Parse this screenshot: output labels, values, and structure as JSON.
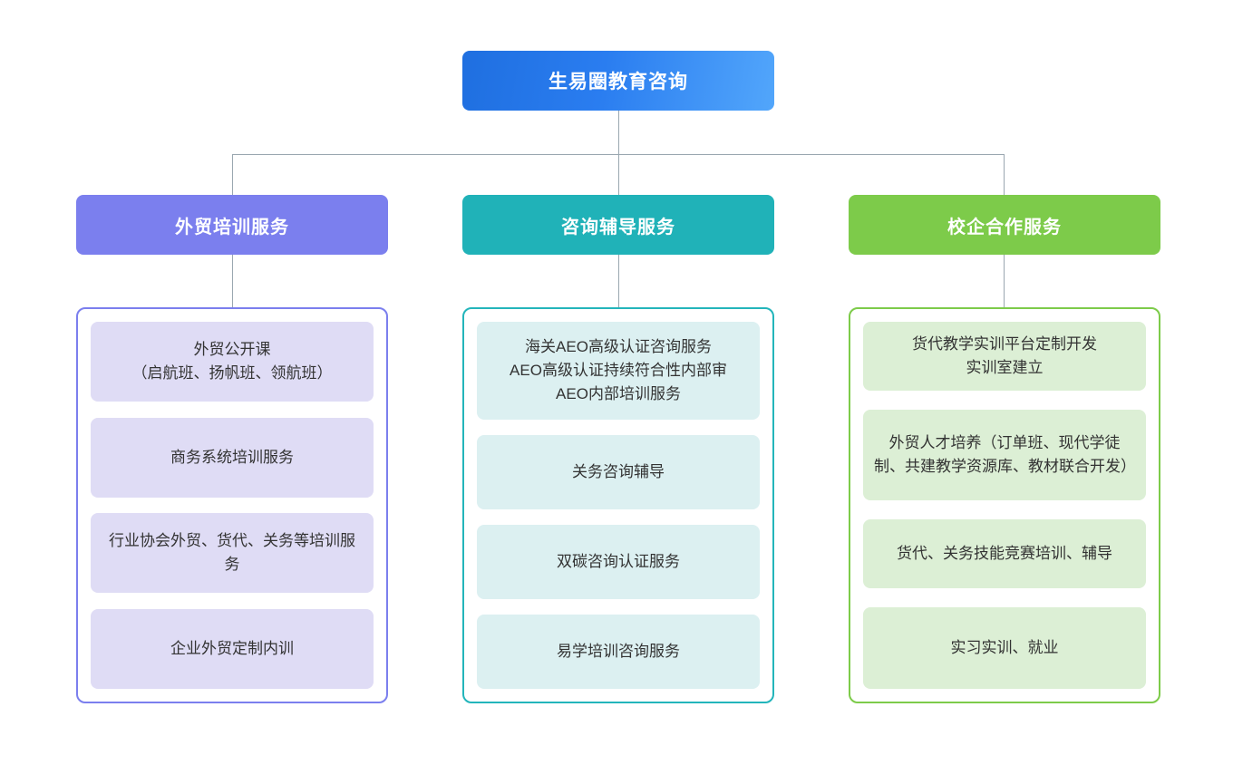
{
  "chart_data": {
    "type": "diagram",
    "diagram_kind": "organization-tree",
    "title": "生易圈教育咨询",
    "root": {
      "label": "生易圈教育咨询",
      "color": "#2a7df0"
    },
    "branches": [
      {
        "label": "外贸培训服务",
        "color": "#7B7FEE",
        "panel_border_color": "#7B7FEE",
        "card_color": "#DFDCF5",
        "items": [
          "外贸公开课\n（启航班、扬帆班、领航班）",
          "商务系统培训服务",
          "行业协会外贸、货代、关务等培训服务",
          "企业外贸定制内训"
        ]
      },
      {
        "label": "咨询辅导服务",
        "color": "#20B2B8",
        "panel_border_color": "#23B5BB",
        "card_color": "#DCF0F1",
        "items": [
          "海关AEO高级认证咨询服务\nAEO高级认证持续符合性内部审\nAEO内部培训服务",
          "关务咨询辅导",
          "双碳咨询认证服务",
          "易学培训咨询服务"
        ]
      },
      {
        "label": "校企合作服务",
        "color": "#7DCB4A",
        "panel_border_color": "#7DCB4A",
        "card_color": "#DCEFD5",
        "items": [
          "货代教学实训平台定制开发\n实训室建立",
          "外贸人才培养（订单班、现代学徒制、共建教学资源库、教材联合开发）",
          "货代、关务技能竞赛培训、辅导",
          "实习实训、就业"
        ]
      }
    ],
    "connector_color": "#9aa7b0",
    "background": "#ffffff"
  }
}
